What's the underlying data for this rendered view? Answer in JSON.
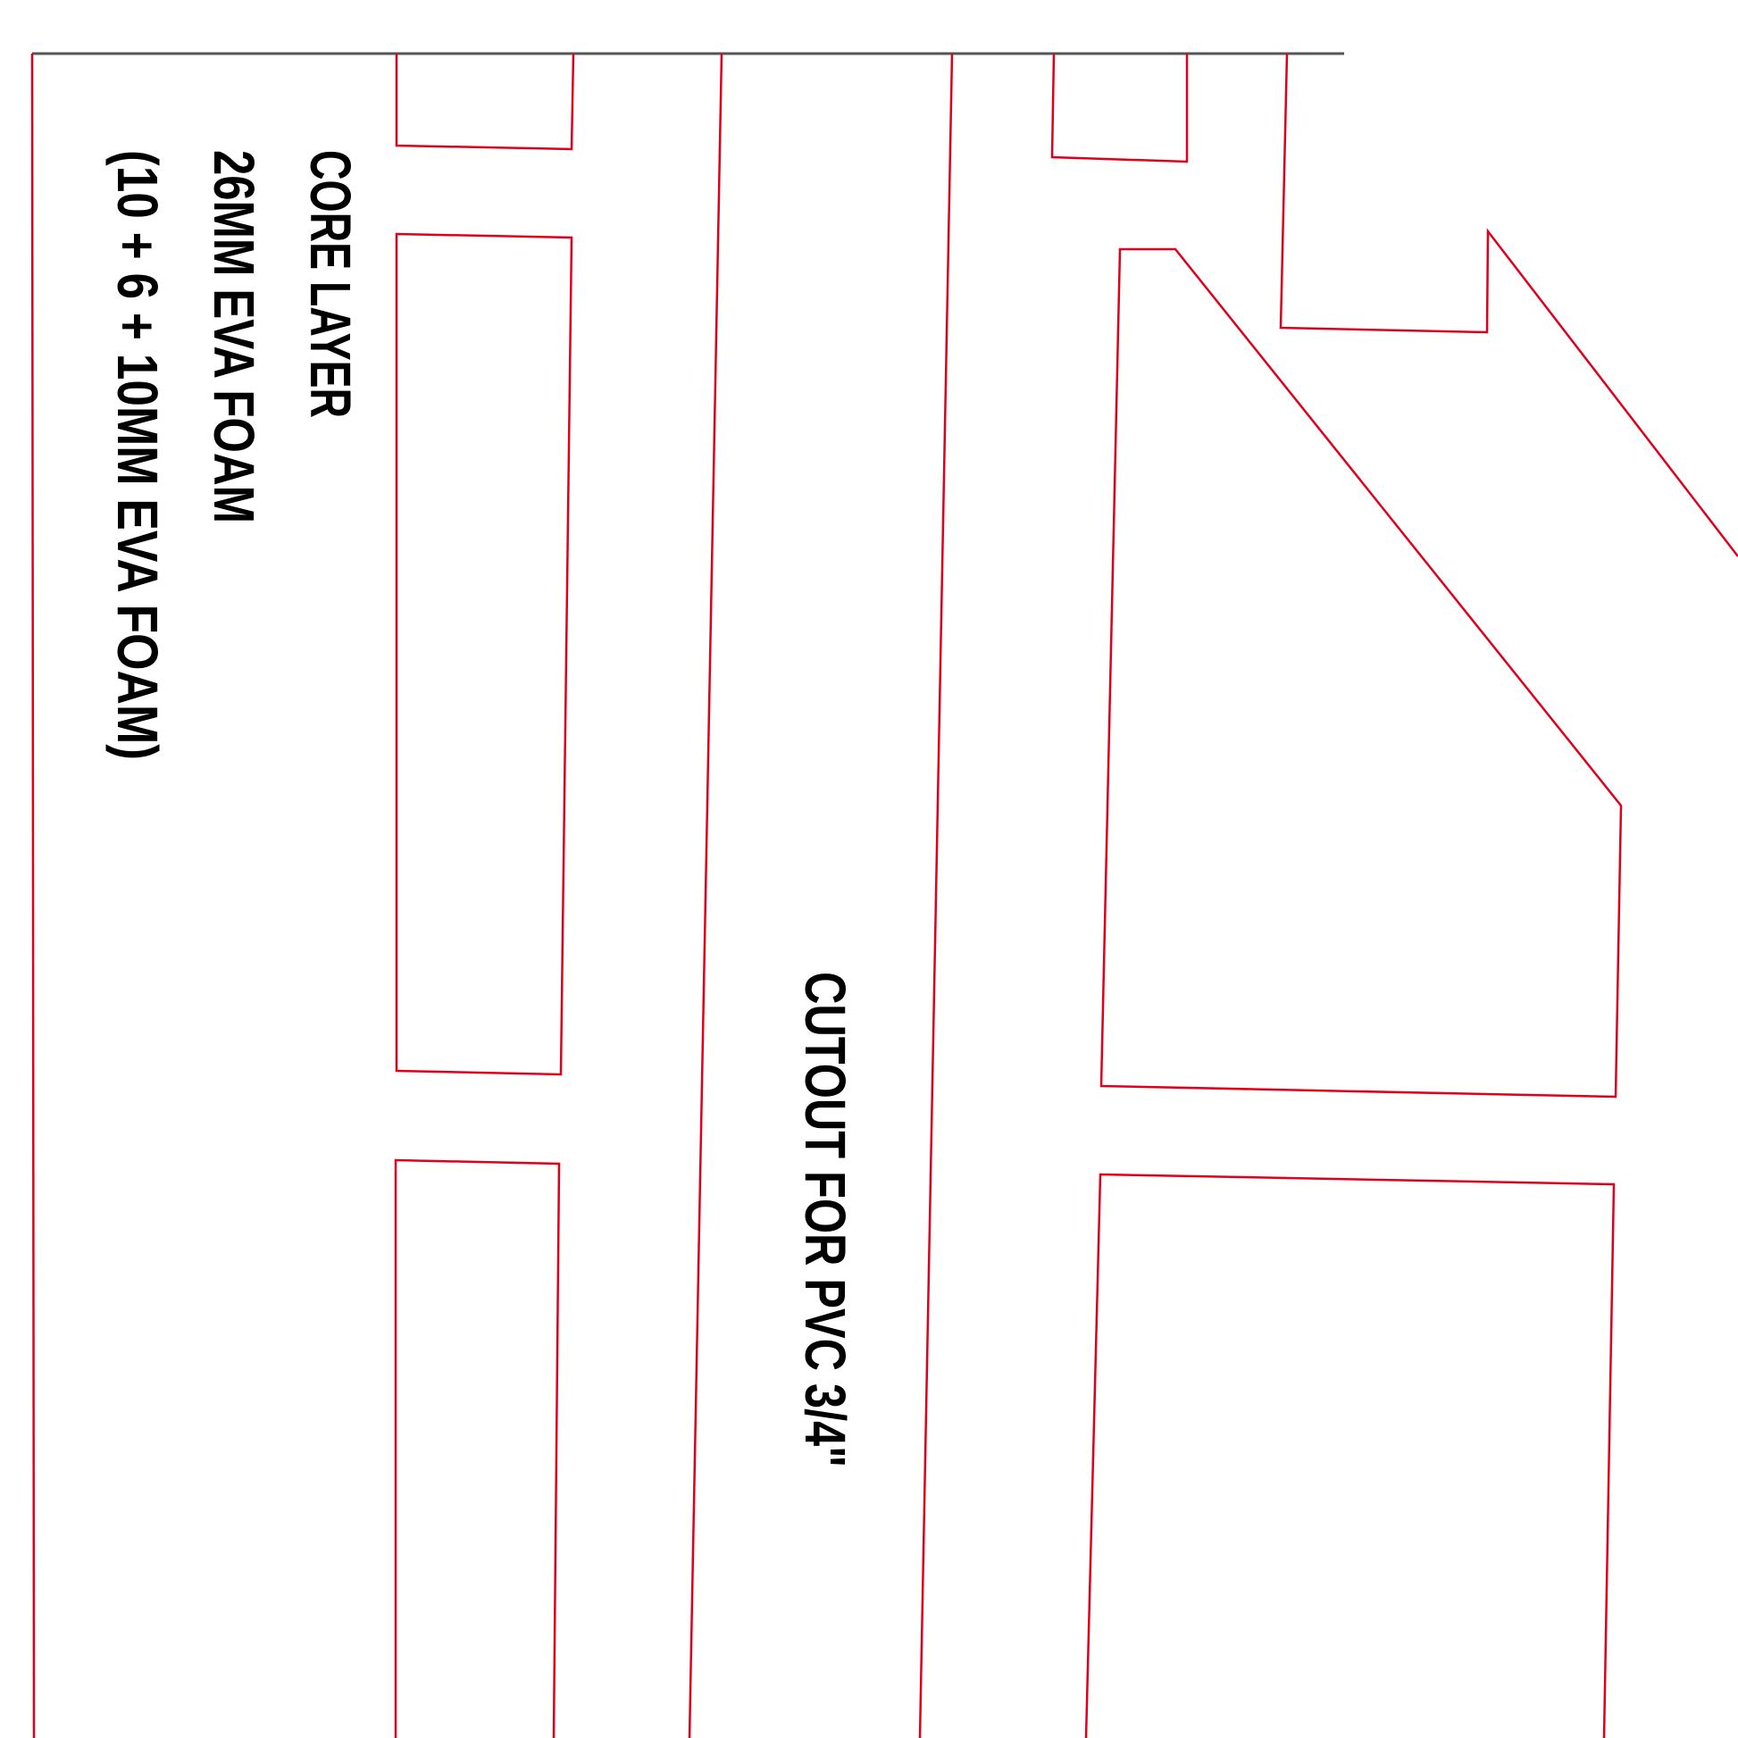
{
  "drawing": {
    "layer_label_lines": [
      "CORE LAYER",
      "26MM EVA FOAM",
      "(10 + 6 + 10MM EVA FOAM)"
    ],
    "cutout_label": "CUTOUT FOR PVC 3/4\""
  },
  "colors": {
    "background": "#ffffff",
    "cut_line": "#e0001b",
    "top_edge": "#555555",
    "text": "#000000"
  }
}
